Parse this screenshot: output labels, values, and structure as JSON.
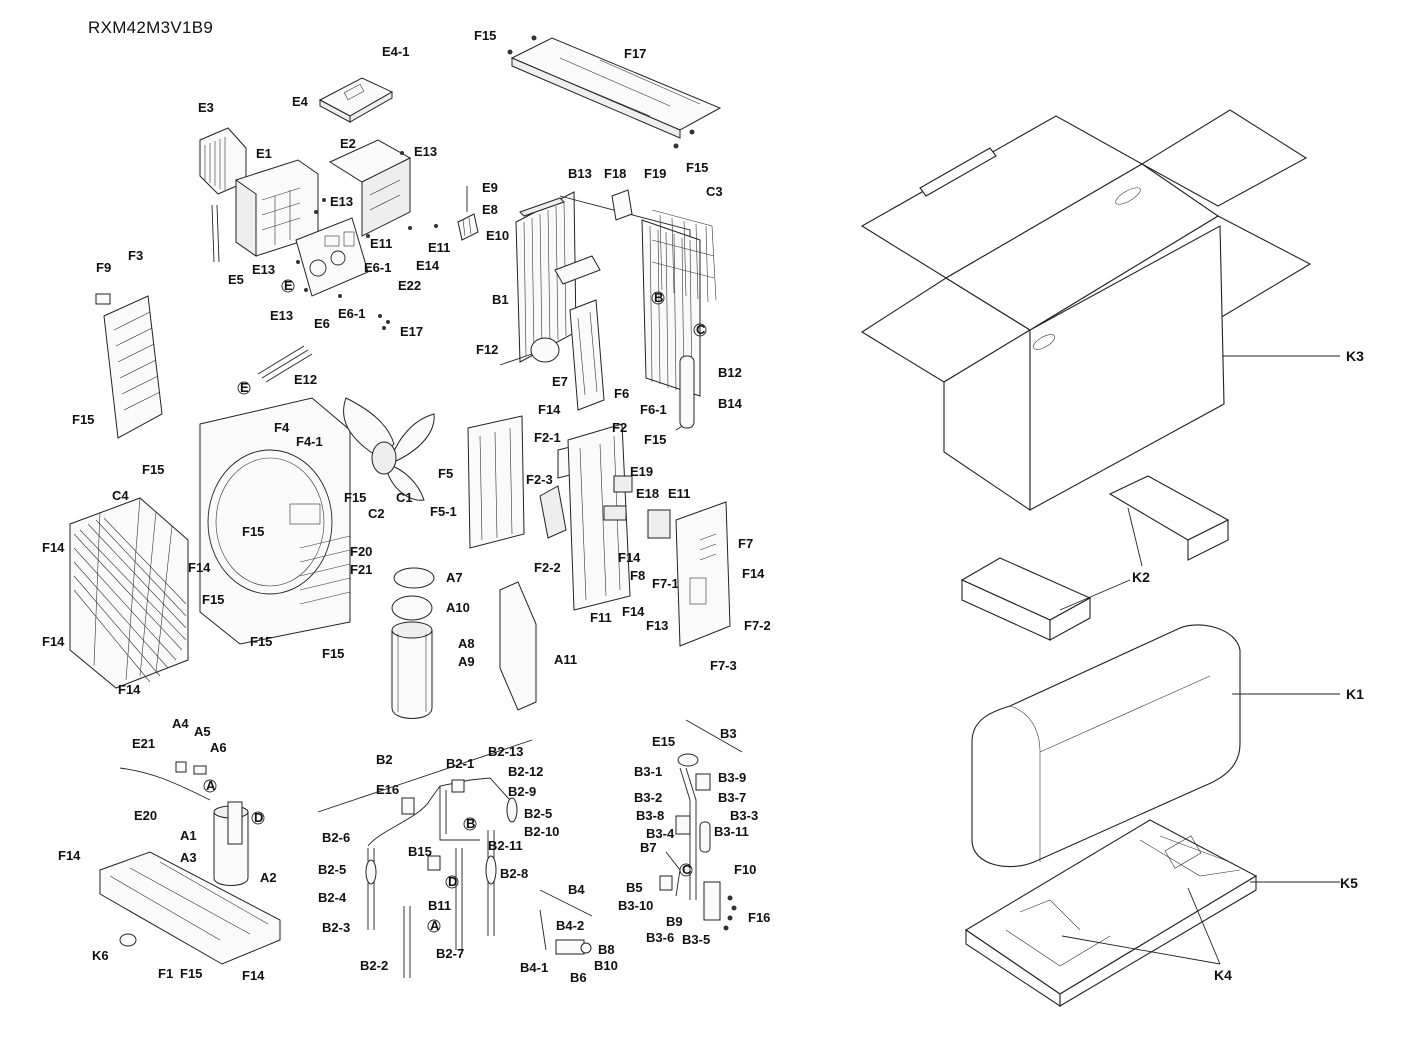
{
  "model": "RXM42M3V1B9",
  "labels": {
    "E4_1": "E4-1",
    "E4": "E4",
    "E3": "E3",
    "E2": "E2",
    "E13": "E13",
    "E1": "E1",
    "E9": "E9",
    "E8": "E8",
    "E10": "E10",
    "E11": "E11",
    "E14": "E14",
    "E5": "E5",
    "E6_1": "E6-1",
    "E22": "E22",
    "E6": "E6",
    "E17": "E17",
    "E12": "E12",
    "E7": "E7",
    "E15": "E15",
    "E16": "E16",
    "E18": "E18",
    "E19": "E19",
    "E20": "E20",
    "E21": "E21",
    "F1": "F1",
    "F2": "F2",
    "F2_1": "F2-1",
    "F2_2": "F2-2",
    "F2_3": "F2-3",
    "F3": "F3",
    "F4": "F4",
    "F4_1": "F4-1",
    "F5": "F5",
    "F5_1": "F5-1",
    "F6": "F6",
    "F6_1": "F6-1",
    "F7": "F7",
    "F7_1": "F7-1",
    "F7_2": "F7-2",
    "F7_3": "F7-3",
    "F8": "F8",
    "F9": "F9",
    "F10": "F10",
    "F11": "F11",
    "F12": "F12",
    "F13": "F13",
    "F14": "F14",
    "F15": "F15",
    "F16": "F16",
    "F17": "F17",
    "F18": "F18",
    "F19": "F19",
    "F20": "F20",
    "F21": "F21",
    "B1": "B1",
    "B2": "B2",
    "B3": "B3",
    "B4": "B4",
    "B5": "B5",
    "B6": "B6",
    "B7": "B7",
    "B8": "B8",
    "B9": "B9",
    "B10": "B10",
    "B11": "B11",
    "B12": "B12",
    "B13": "B13",
    "B14": "B14",
    "B15": "B15",
    "B2_1": "B2-1",
    "B2_2": "B2-2",
    "B2_3": "B2-3",
    "B2_4": "B2-4",
    "B2_5": "B2-5",
    "B2_6": "B2-6",
    "B2_7": "B2-7",
    "B2_8": "B2-8",
    "B2_9": "B2-9",
    "B2_10": "B2-10",
    "B2_11": "B2-11",
    "B2_12": "B2-12",
    "B2_13": "B2-13",
    "B3_1": "B3-1",
    "B3_2": "B3-2",
    "B3_3": "B3-3",
    "B3_4": "B3-4",
    "B3_5": "B3-5",
    "B3_6": "B3-6",
    "B3_7": "B3-7",
    "B3_8": "B3-8",
    "B3_9": "B3-9",
    "B3_10": "B3-10",
    "B3_11": "B3-11",
    "B4_1": "B4-1",
    "B4_2": "B4-2",
    "A1": "A1",
    "A2": "A2",
    "A3": "A3",
    "A4": "A4",
    "A5": "A5",
    "A6": "A6",
    "A7": "A7",
    "A8": "A8",
    "A9": "A9",
    "A10": "A10",
    "A11": "A11",
    "C1": "C1",
    "C2": "C2",
    "C3": "C3",
    "C4": "C4",
    "K1": "K1",
    "K2": "K2",
    "K3": "K3",
    "K4": "K4",
    "K5": "K5",
    "K6": "K6"
  },
  "refs": {
    "A": "A",
    "B": "B",
    "C": "C",
    "D": "D",
    "E": "E"
  }
}
